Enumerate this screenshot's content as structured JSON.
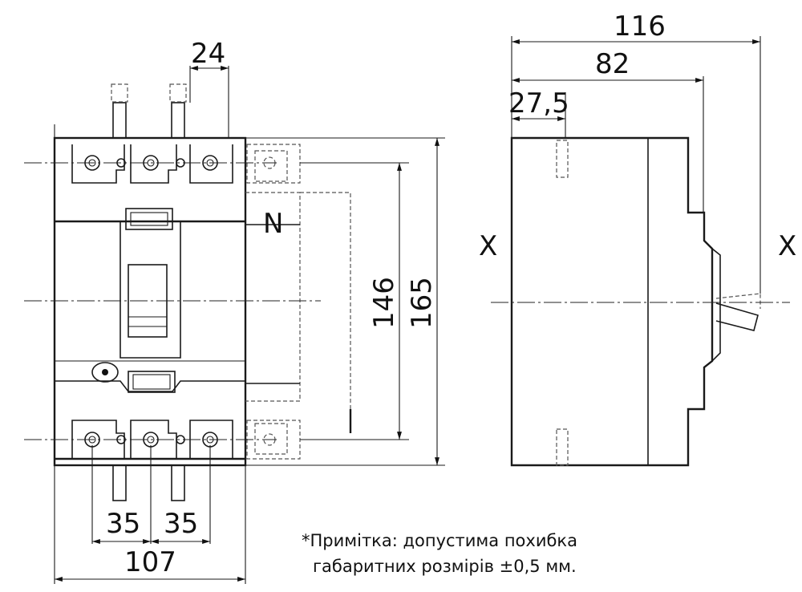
{
  "dimensions": {
    "top_spacing": "24",
    "pitch_left": "35",
    "pitch_right": "35",
    "width": "107",
    "height_inner": "146",
    "height_total": "165",
    "depth_total": "116",
    "depth_handle": "82",
    "depth_mount": "27,5"
  },
  "labels": {
    "neutral": "N",
    "axis_left": "X",
    "axis_right": "X"
  },
  "note": {
    "line1": "*Примітка: допустима похибка",
    "line2": "габаритних розмірів ±0,5 мм."
  }
}
